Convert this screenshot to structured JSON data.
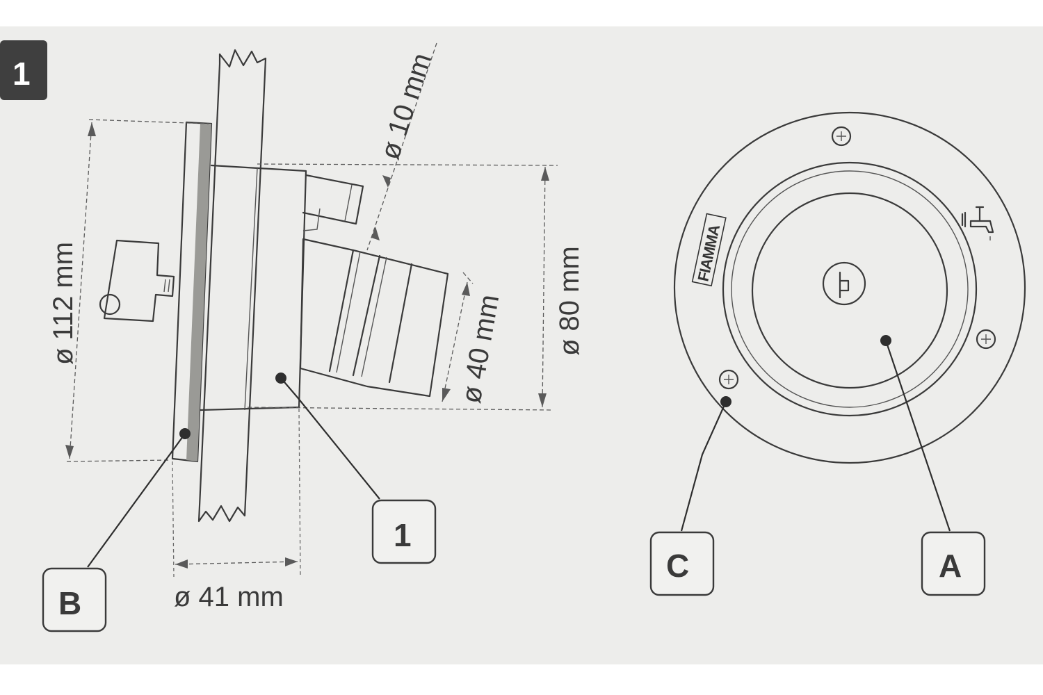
{
  "figure": {
    "number": "1",
    "dimensions": {
      "d112": "ø 112 mm",
      "d10": "ø 10 mm",
      "d80": "ø 80 mm",
      "d40": "ø 40 mm",
      "d41": "ø 41 mm"
    },
    "callouts": {
      "B": "B",
      "one": "1",
      "C": "C",
      "A": "A"
    },
    "brand": "FIAMMA",
    "icons": [
      "key-icon",
      "water-tap-icon",
      "lock-keyhole-icon",
      "screw-icon"
    ]
  }
}
